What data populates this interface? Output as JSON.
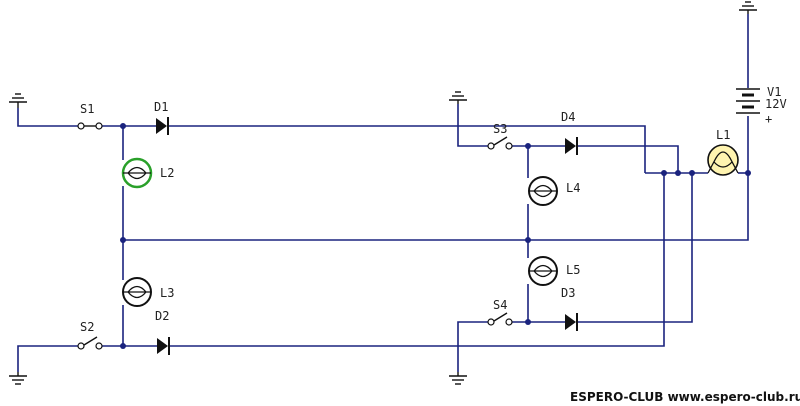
{
  "labels": {
    "s1": "S1",
    "s2": "S2",
    "s3": "S3",
    "s4": "S4",
    "d1": "D1",
    "d2": "D2",
    "d3": "D3",
    "d4": "D4",
    "l1": "L1",
    "l2": "L2",
    "l3": "L3",
    "l4": "L4",
    "l5": "L5",
    "v1": "V1",
    "v1_value": "12V",
    "battery_plus": "+"
  },
  "watermark": "ESPERO-CLUB www.espero-club.ru",
  "colors": {
    "wire": "#1a237e",
    "lamp_on_ring": "#2aa02a",
    "lamp_on_fill": "#fff4b0",
    "lamp_off_ring": "#111111",
    "component": "#111111"
  },
  "lamp_states": {
    "l1": "lit",
    "l2": "lit",
    "l3": "off",
    "l4": "off",
    "l5": "off"
  },
  "switch_states": {
    "s1": "closed",
    "s2": "open",
    "s3": "open",
    "s4": "open"
  }
}
